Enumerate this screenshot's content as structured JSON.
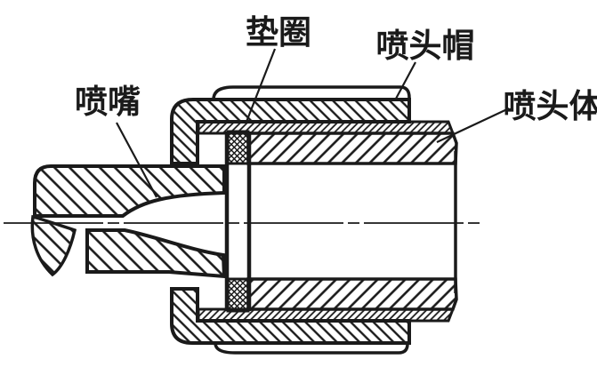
{
  "figure": {
    "type": "technical-section-drawing",
    "background": "#ffffff",
    "ink": "#1a1a1a",
    "labels": {
      "gasket": "垫圈",
      "cap": "喷头帽",
      "nozzle": "喷嘴",
      "body": "喷头体"
    }
  }
}
